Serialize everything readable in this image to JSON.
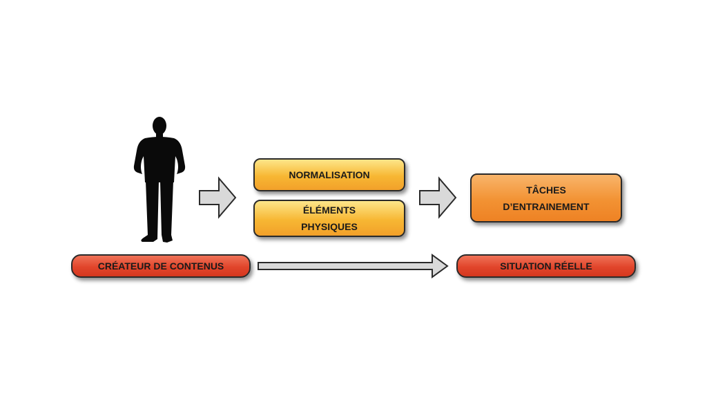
{
  "diagram": {
    "creator_label": "CRÉATEUR DE CONTENUS",
    "normalisation_label": "NORMALISATION",
    "elements_line1": "ÉLÉMENTS",
    "elements_line2": "PHYSIQUES",
    "taches_line1": "TÂCHES",
    "taches_line2": "D’ENTRAINEMENT",
    "situation_label": "SITUATION RÉELLE",
    "icons": [
      "person-silhouette-icon",
      "right-arrow-icon"
    ],
    "colors": {
      "yellow_box": "#f7b733",
      "orange_box": "#f29233",
      "red_box": "#e1452b",
      "arrow_fill": "#d9d9d9",
      "border": "#2a2a2a"
    }
  }
}
